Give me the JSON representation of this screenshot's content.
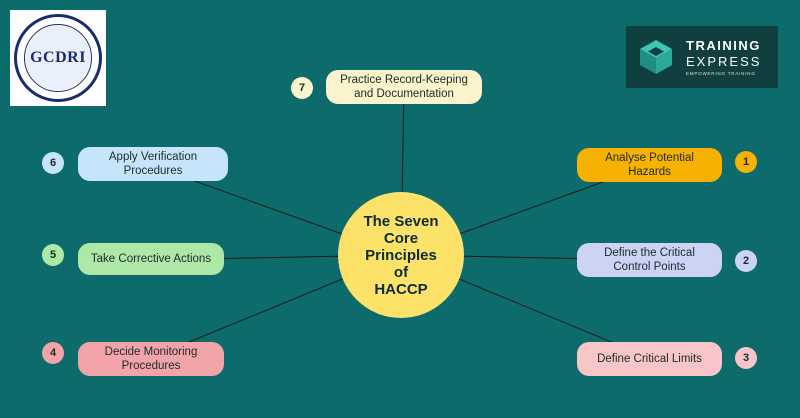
{
  "hub": {
    "label": "The Seven\nCore\nPrinciples\nof\nHACCP",
    "color": "#fde26a"
  },
  "principles": [
    {
      "num": "1",
      "label": "Analyse Potential Hazards",
      "color": "#f7b100"
    },
    {
      "num": "2",
      "label": "Define the Critical\nControl Points",
      "color": "#ccd3f5"
    },
    {
      "num": "3",
      "label": "Define Critical Limits",
      "color": "#f8c6c8"
    },
    {
      "num": "4",
      "label": "Decide Monitoring\nProcedures",
      "color": "#f3a4a8"
    },
    {
      "num": "5",
      "label": "Take Corrective Actions",
      "color": "#aee8a6"
    },
    {
      "num": "6",
      "label": "Apply Verification\nProcedures",
      "color": "#c6e5fa"
    },
    {
      "num": "7",
      "label": "Practice Record-Keeping\nand Documentation",
      "color": "#faf3cc"
    }
  ],
  "logos": {
    "left": {
      "text": "GCDRI"
    },
    "right": {
      "line1": "TRAINING",
      "line2": "EXPRESS",
      "tagline": "EMPOWERING TRAINING"
    }
  }
}
